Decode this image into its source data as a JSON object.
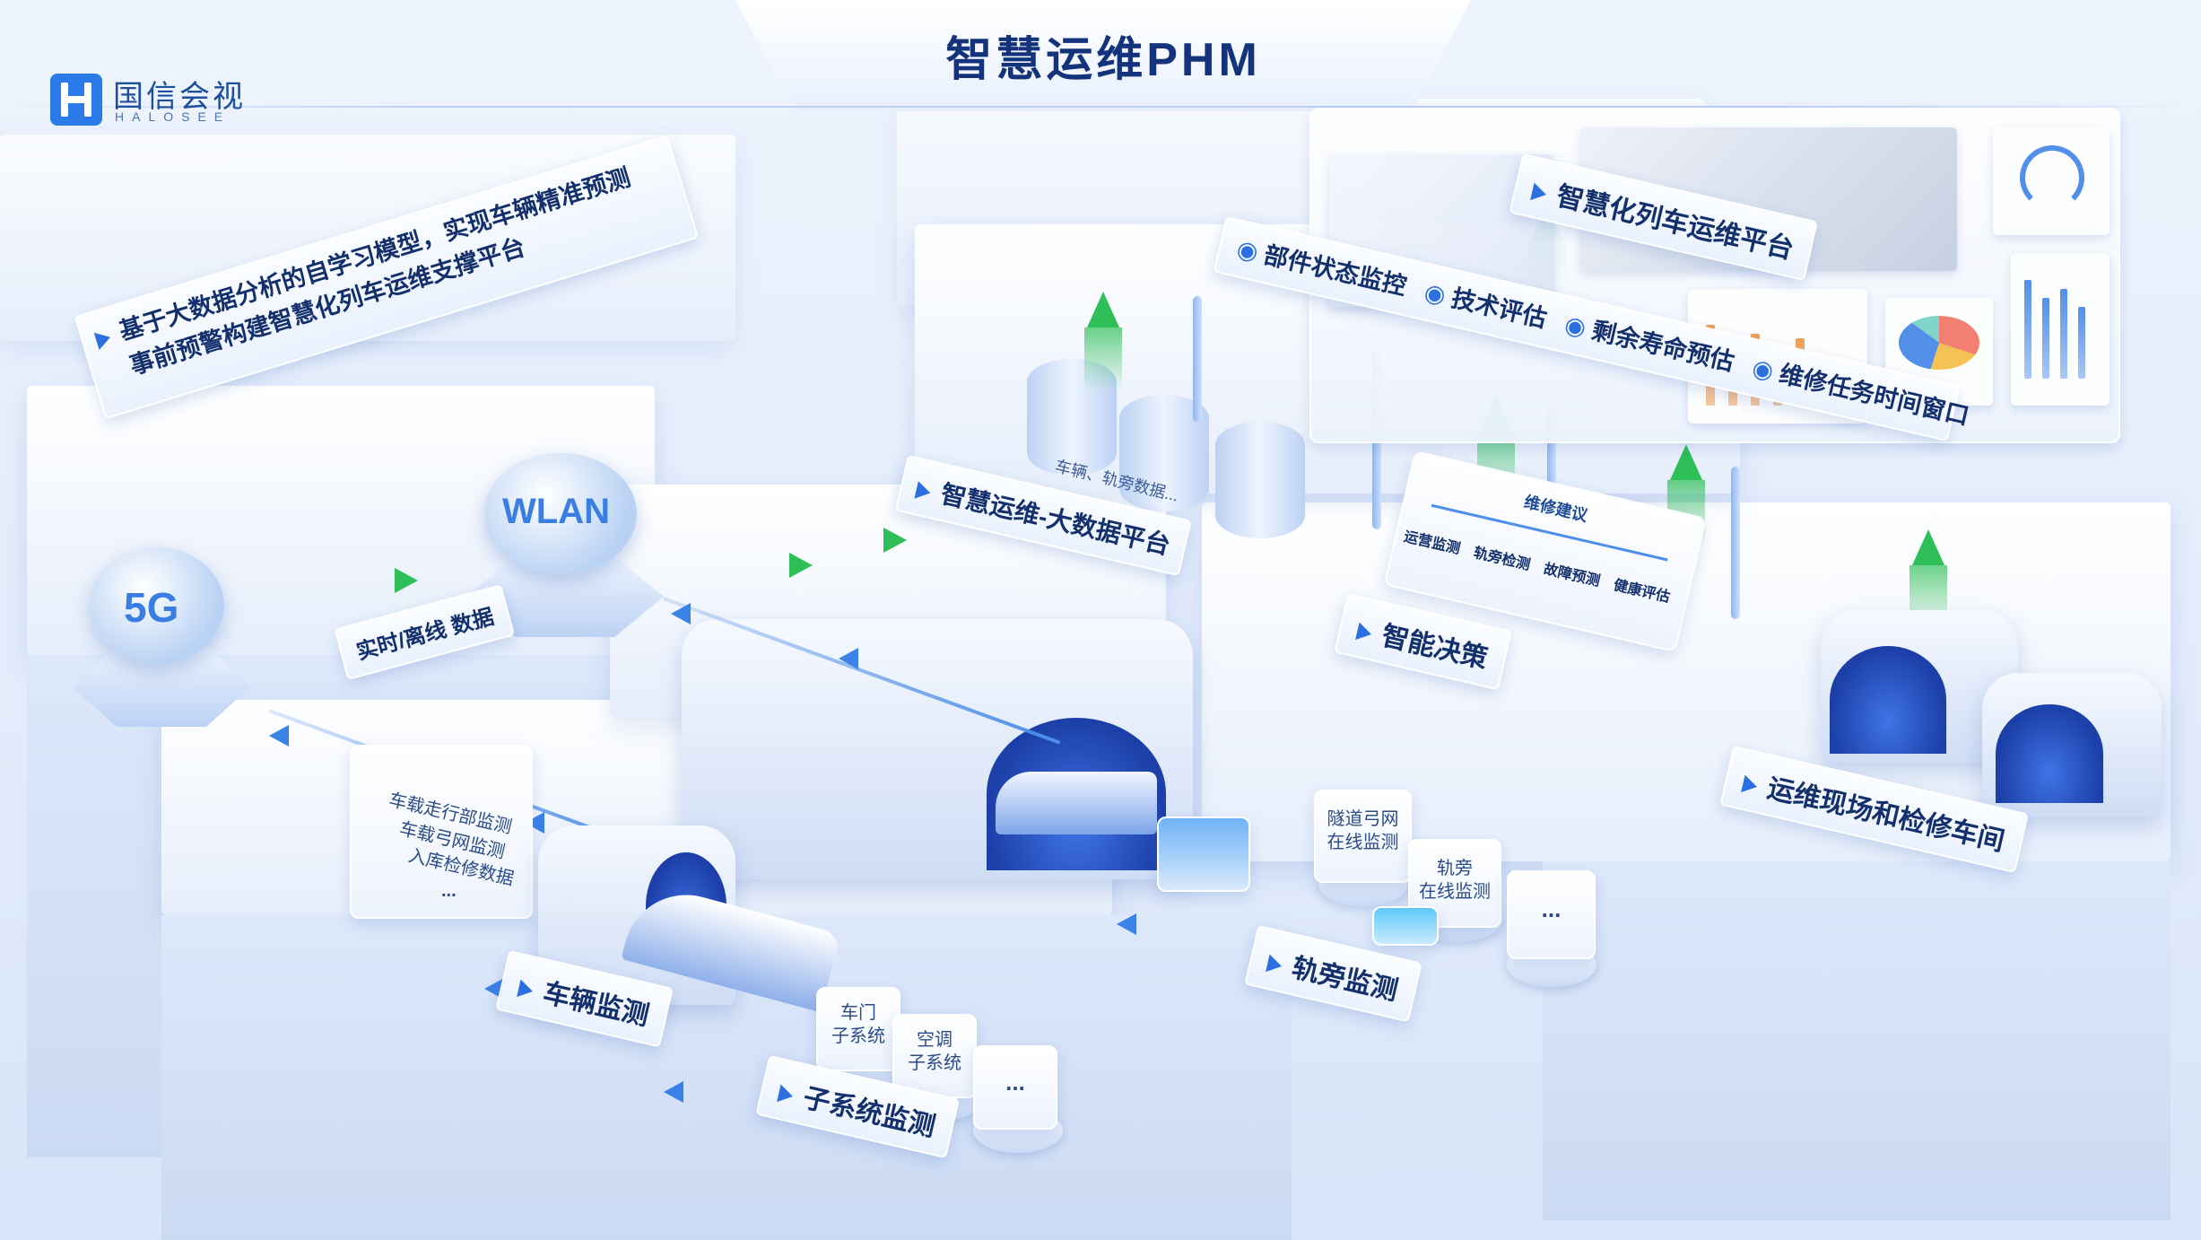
{
  "header": {
    "title": "智慧运维PHM"
  },
  "brand": {
    "name": "国信会视",
    "sub": "HALOSEE"
  },
  "intro": {
    "line1": "基于大数据分析的自学习模型，实现车辆精准预测",
    "line2": "事前预警构建智慧化列车运维支撑平台"
  },
  "network": {
    "cloud_5g": "5G",
    "cloud_wlan": "WLAN",
    "data_label": "实时/离线 数据"
  },
  "bigdata": {
    "label": "智慧运维-大数据平台",
    "db_text": "车辆、轨旁数据..."
  },
  "platform": {
    "title": "智慧化列车运维平台",
    "features": [
      "部件状态监控",
      "技术评估",
      "剩余寿命预估",
      "维修任务时间窗口"
    ]
  },
  "decision": {
    "label": "智能决策",
    "board_title": "维修建议",
    "items": [
      "运营监测",
      "轨旁检测",
      "故障预测",
      "健康评估"
    ]
  },
  "site": {
    "label": "运维现场和检修车间"
  },
  "vehicle": {
    "label": "车辆监测",
    "data_lines": [
      "车载走行部监测",
      "车载弓网监测",
      "入库检修数据",
      "..."
    ]
  },
  "subsystem": {
    "label": "子系统监测",
    "cards": [
      {
        "line1": "车门",
        "line2": "子系统"
      },
      {
        "line1": "空调",
        "line2": "子系统"
      },
      {
        "line1": "...",
        "line2": ""
      }
    ]
  },
  "trackside": {
    "label": "轨旁监测",
    "cards": [
      {
        "line1": "隧道弓网",
        "line2": "在线监测"
      },
      {
        "line1": "轨旁",
        "line2": "在线监测"
      },
      {
        "line1": "...",
        "line2": ""
      }
    ]
  },
  "colors": {
    "accent": "#2b6fe0",
    "flow_green": "#2fbf58",
    "title": "#15337a"
  }
}
